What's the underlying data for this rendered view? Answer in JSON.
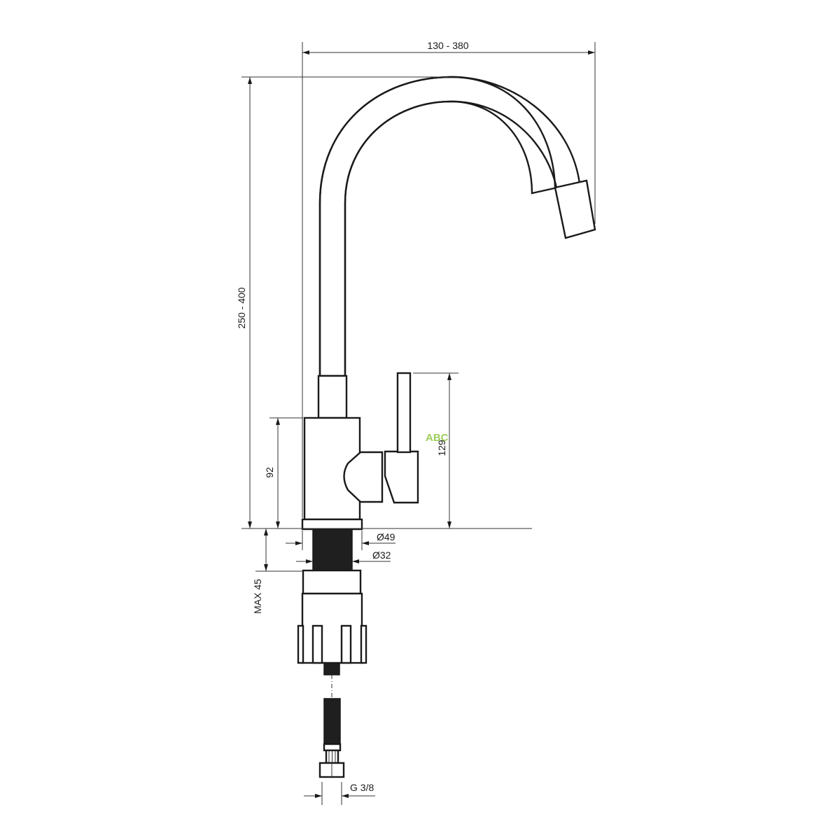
{
  "drawing": {
    "title": "Kitchen faucet dimension drawing",
    "dimensions": {
      "spout_reach": "130 - 380",
      "total_height": "250 - 400",
      "body_height": "92",
      "lever_height": "129",
      "base_diameter": "Ø49",
      "thread_diameter": "Ø32",
      "max_countertop": "MAX 45",
      "hose_connection": "G 3/8"
    },
    "watermark": "ABC",
    "colors": {
      "line": "#1a1a1a",
      "watermark": "#8dc63f"
    }
  }
}
